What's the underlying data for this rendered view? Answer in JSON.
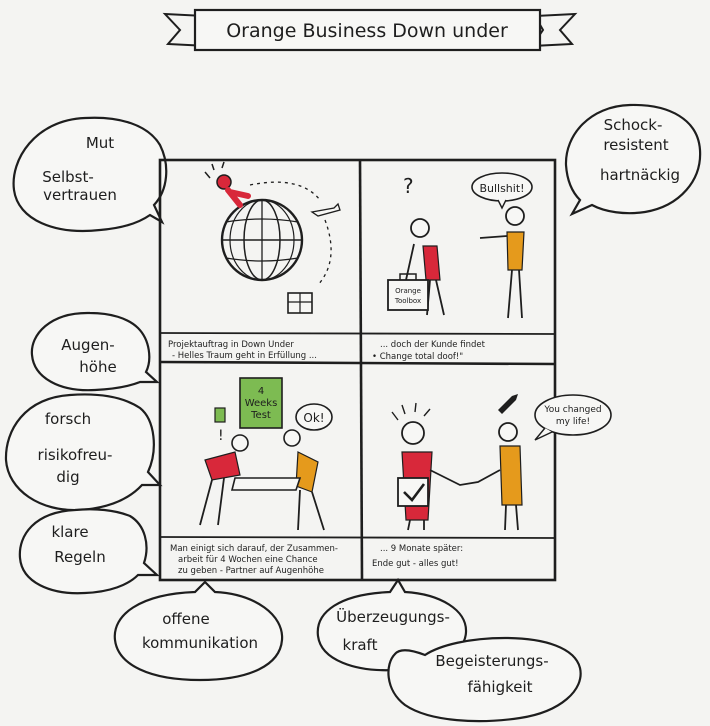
{
  "banner": {
    "title": "Orange Business Down under"
  },
  "bubbles": {
    "mut": {
      "line1": "Mut",
      "line2": "Selbst-",
      "line3": "vertrauen"
    },
    "schock": {
      "line1": "Schock-",
      "line2": "resistent",
      "line3": "hartnäckig"
    },
    "augen": {
      "line1": "Augen-",
      "line2": "höhe"
    },
    "forsch": {
      "line1": "forsch",
      "line2": "risikofreu-",
      "line3": "dig"
    },
    "regeln": {
      "line1": "klare",
      "line2": "Regeln"
    },
    "offene": {
      "line1": "offene",
      "line2": "kommunikation"
    },
    "ueber": {
      "line1": "Überzeugungs-",
      "line2": "kraft"
    },
    "begeist": {
      "line1": "Begeisterungs-",
      "line2": "fähigkeit"
    }
  },
  "panels": {
    "p1": {
      "caption1": "Projektauftrag in Down Under",
      "caption2": "- Helles Traum geht in Erfüllung ..."
    },
    "p2": {
      "speech": "Bullshit!",
      "question": "?",
      "suitcase1": "Orange",
      "suitcase2": "Toolbox",
      "caption1": "... doch der Kunde findet",
      "caption2": "• Change total doof!\""
    },
    "p3": {
      "doc1": "4",
      "doc2": "Weeks",
      "doc3": "Test",
      "alert": "!",
      "speech": "Ok!",
      "caption1": "Man einigt sich darauf, der Zusammen-",
      "caption2": "arbeit für 4 Wochen eine Chance",
      "caption3": "zu geben - Partner auf Augenhöhe"
    },
    "p4": {
      "speech1": "You changed",
      "speech2": "my life!",
      "caption1": "... 9 Monate später:",
      "caption2": "Ende gut - alles gut!"
    }
  },
  "colors": {
    "ink": "#1e1e1e",
    "red": "#d8283a",
    "orange": "#e59a1c",
    "green": "#7dbb52",
    "paper": "#f4f4f2"
  }
}
